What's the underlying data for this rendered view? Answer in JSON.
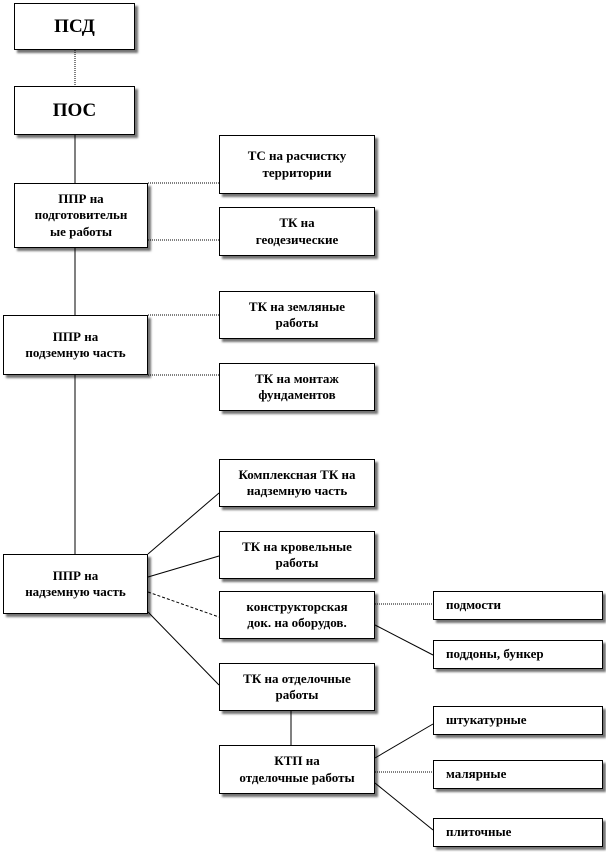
{
  "nodes": {
    "psd": "ПСД",
    "pos": "ПОС",
    "ppr_prep": "ППР на\nподготовительн\nые работы",
    "ts_clearing": "ТС на расчистку\nтерритории",
    "tk_geodetic": "ТК на\nгеодезические",
    "ppr_underground": "ППР на\nподземную часть",
    "tk_earth": "ТК на земляные\nработы",
    "tk_foundation": "ТК на монтаж\nфундаментов",
    "ppr_above": "ППР на\nнадземную часть",
    "complex_tk": "Комплексная ТК на\nнадземную часть",
    "tk_roof": "ТК на кровельные\nработы",
    "design_doc": "конструкторская\nдок. на оборудов.",
    "scaffold": "подмости",
    "pallets": "поддоны, бункер",
    "tk_finishing": "ТК на отделочные\nработы",
    "ktp_finishing": "КТП на\nотделочные работы",
    "plaster": "штукатурные",
    "painting": "малярные",
    "tiling": "плиточные"
  }
}
